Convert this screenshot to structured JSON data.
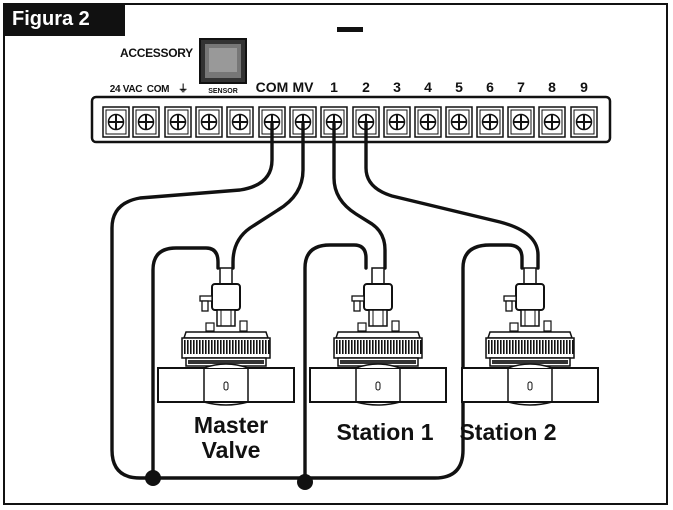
{
  "figure_label": "Figura 2",
  "controller": {
    "accessory_label": "ACCESSORY",
    "sensor_label": "SENSOR",
    "terminal_labels": [
      "24 VAC",
      "COM",
      "⏚",
      "COM",
      "MV",
      "1",
      "2",
      "3",
      "4",
      "5",
      "6",
      "7",
      "8",
      "9"
    ]
  },
  "valves": {
    "master_line1": "Master",
    "master_line2": "Valve",
    "station1": "Station 1",
    "station2": "Station 2"
  }
}
